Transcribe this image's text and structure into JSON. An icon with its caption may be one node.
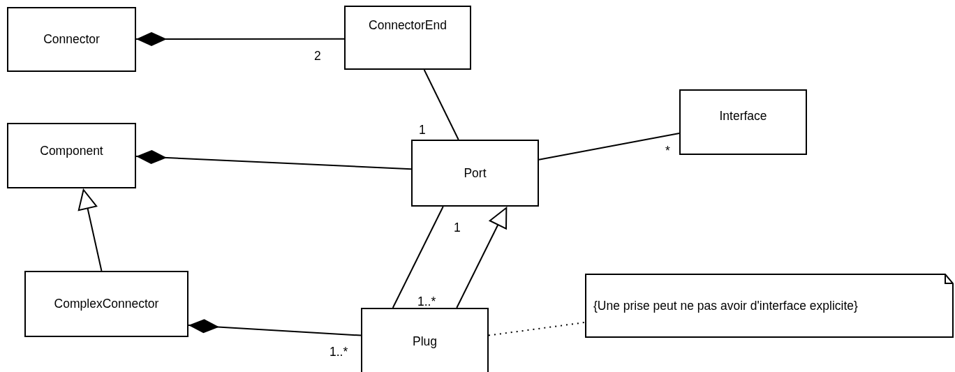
{
  "diagram": {
    "nodes": [
      {
        "text": [
          "Connector"
        ]
      },
      {
        "text": [
          "ConnectorEnd"
        ]
      },
      {
        "text": [
          "Interface"
        ]
      },
      {
        "text": [
          "Component"
        ]
      },
      {
        "text": [
          "Port"
        ]
      },
      {
        "text": [
          "ComplexConnector"
        ]
      },
      {
        "text": [
          "Plug"
        ]
      },
      {
        "text": [
          "{Une prise peut ne pas avoir d'interface explicite}"
        ]
      }
    ],
    "edges": [
      {
        "from": 0,
        "to": 1,
        "arrow": "other"
      },
      {
        "from": 1,
        "to": 4,
        "arrow": "none"
      },
      {
        "from": 4,
        "to": 2,
        "arrow": "none"
      },
      {
        "from": 3,
        "to": 4,
        "arrow": "other"
      },
      {
        "from": 5,
        "to": 3,
        "arrow": "to"
      },
      {
        "from": 4,
        "to": 6,
        "arrow": "none"
      },
      {
        "from": 6,
        "to": 4,
        "arrow": "to"
      },
      {
        "from": 5,
        "to": 6,
        "arrow": "other"
      },
      {
        "from": 6,
        "to": 7,
        "arrow": "none",
        "style": "dashed"
      }
    ],
    "labels": [
      "2",
      "1",
      "*",
      "1",
      "1..*",
      "1..*"
    ]
  }
}
